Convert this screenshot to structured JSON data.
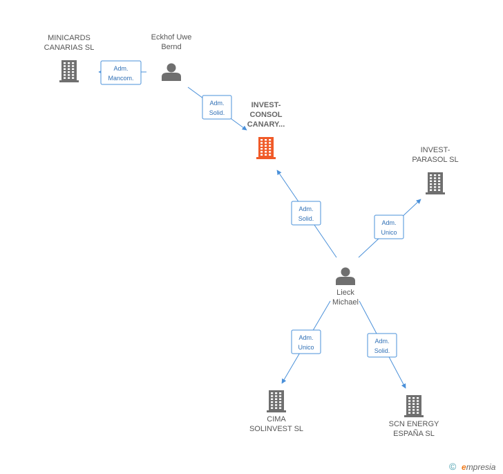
{
  "colors": {
    "company": "#6f6f6f",
    "focus_company": "#f05a28",
    "person": "#6f6f6f",
    "edge": "#4a90d9",
    "brand": "#f07a1a"
  },
  "nodes": [
    {
      "id": "minicards",
      "type": "company",
      "icon": "building-icon",
      "label": [
        "MINICARDS",
        "CANARIAS SL"
      ]
    },
    {
      "id": "eckhof",
      "type": "person",
      "icon": "person-icon",
      "label": [
        "Eckhof Uwe",
        "Bernd"
      ]
    },
    {
      "id": "invest_consol",
      "type": "focus_company",
      "icon": "building-icon",
      "label": [
        "INVEST-",
        "CONSOL",
        "CANARY..."
      ]
    },
    {
      "id": "invest_parasol",
      "type": "company",
      "icon": "building-icon",
      "label": [
        "INVEST-",
        "PARASOL SL"
      ]
    },
    {
      "id": "lieck",
      "type": "person",
      "icon": "person-icon",
      "label": [
        "Lieck",
        "Michael"
      ]
    },
    {
      "id": "cima",
      "type": "company",
      "icon": "building-icon",
      "label": [
        "CIMA",
        "SOLINVEST SL"
      ]
    },
    {
      "id": "scn",
      "type": "company",
      "icon": "building-icon",
      "label": [
        "SCN ENERGY",
        "ESPAÑA SL"
      ]
    }
  ],
  "edges": [
    {
      "from": "eckhof",
      "to": "minicards",
      "label": [
        "Adm.",
        "Mancom."
      ]
    },
    {
      "from": "eckhof",
      "to": "invest_consol",
      "label": [
        "Adm.",
        "Solid."
      ]
    },
    {
      "from": "lieck",
      "to": "invest_consol",
      "label": [
        "Adm.",
        "Solid."
      ]
    },
    {
      "from": "lieck",
      "to": "invest_parasol",
      "label": [
        "Adm.",
        "Unico"
      ]
    },
    {
      "from": "lieck",
      "to": "cima",
      "label": [
        "Adm.",
        "Unico"
      ]
    },
    {
      "from": "lieck",
      "to": "scn",
      "label": [
        "Adm.",
        "Solid."
      ]
    }
  ],
  "footer": {
    "copyright_symbol": "©",
    "brand_initial": "e",
    "brand_rest": "mpresia"
  }
}
